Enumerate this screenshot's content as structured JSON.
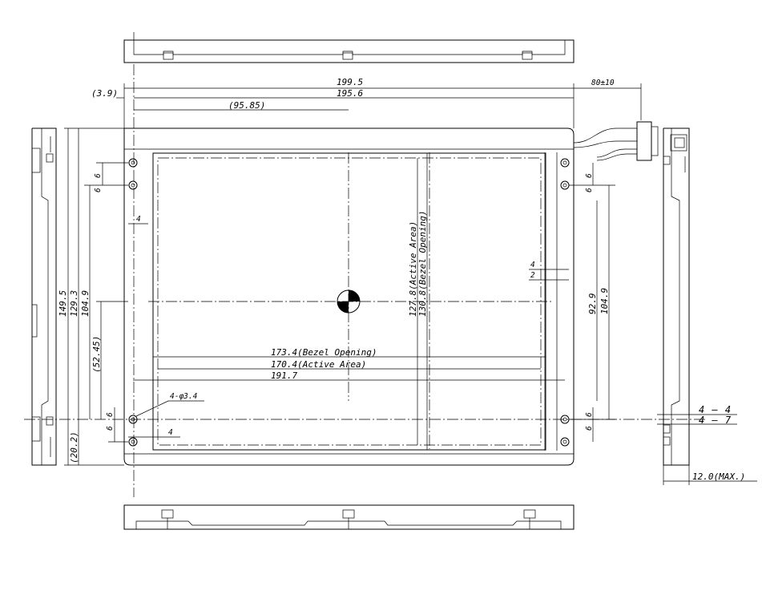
{
  "dimensions": {
    "overall_width": "199.5",
    "width": "195.6",
    "left_offset": "(3.9)",
    "half_width": "(95.85)",
    "cable_length": "80±10",
    "overall_height": "149.5",
    "height_129": "129.3",
    "hole_pitch_v": "104.9",
    "center_v": "(52.45)",
    "bottom_offset": "(20.2)",
    "active_area_v": "127.8(Active Area)",
    "bezel_opening_v": "130.8(Bezel Opening)",
    "right_pitch_92": "92.9",
    "right_pitch_104": "104.9",
    "bezel_opening_h": "173.4(Bezel Opening)",
    "active_area_h": "170.4(Active Area)",
    "hole_pitch_h": "191.7",
    "hole_callout": "4-φ3.4",
    "small_4": "4",
    "small_2": "2",
    "small_6": "6",
    "side_44": "4 — 4",
    "side_47": "4 — 7",
    "thickness_max": "12.0(MAX.)"
  }
}
